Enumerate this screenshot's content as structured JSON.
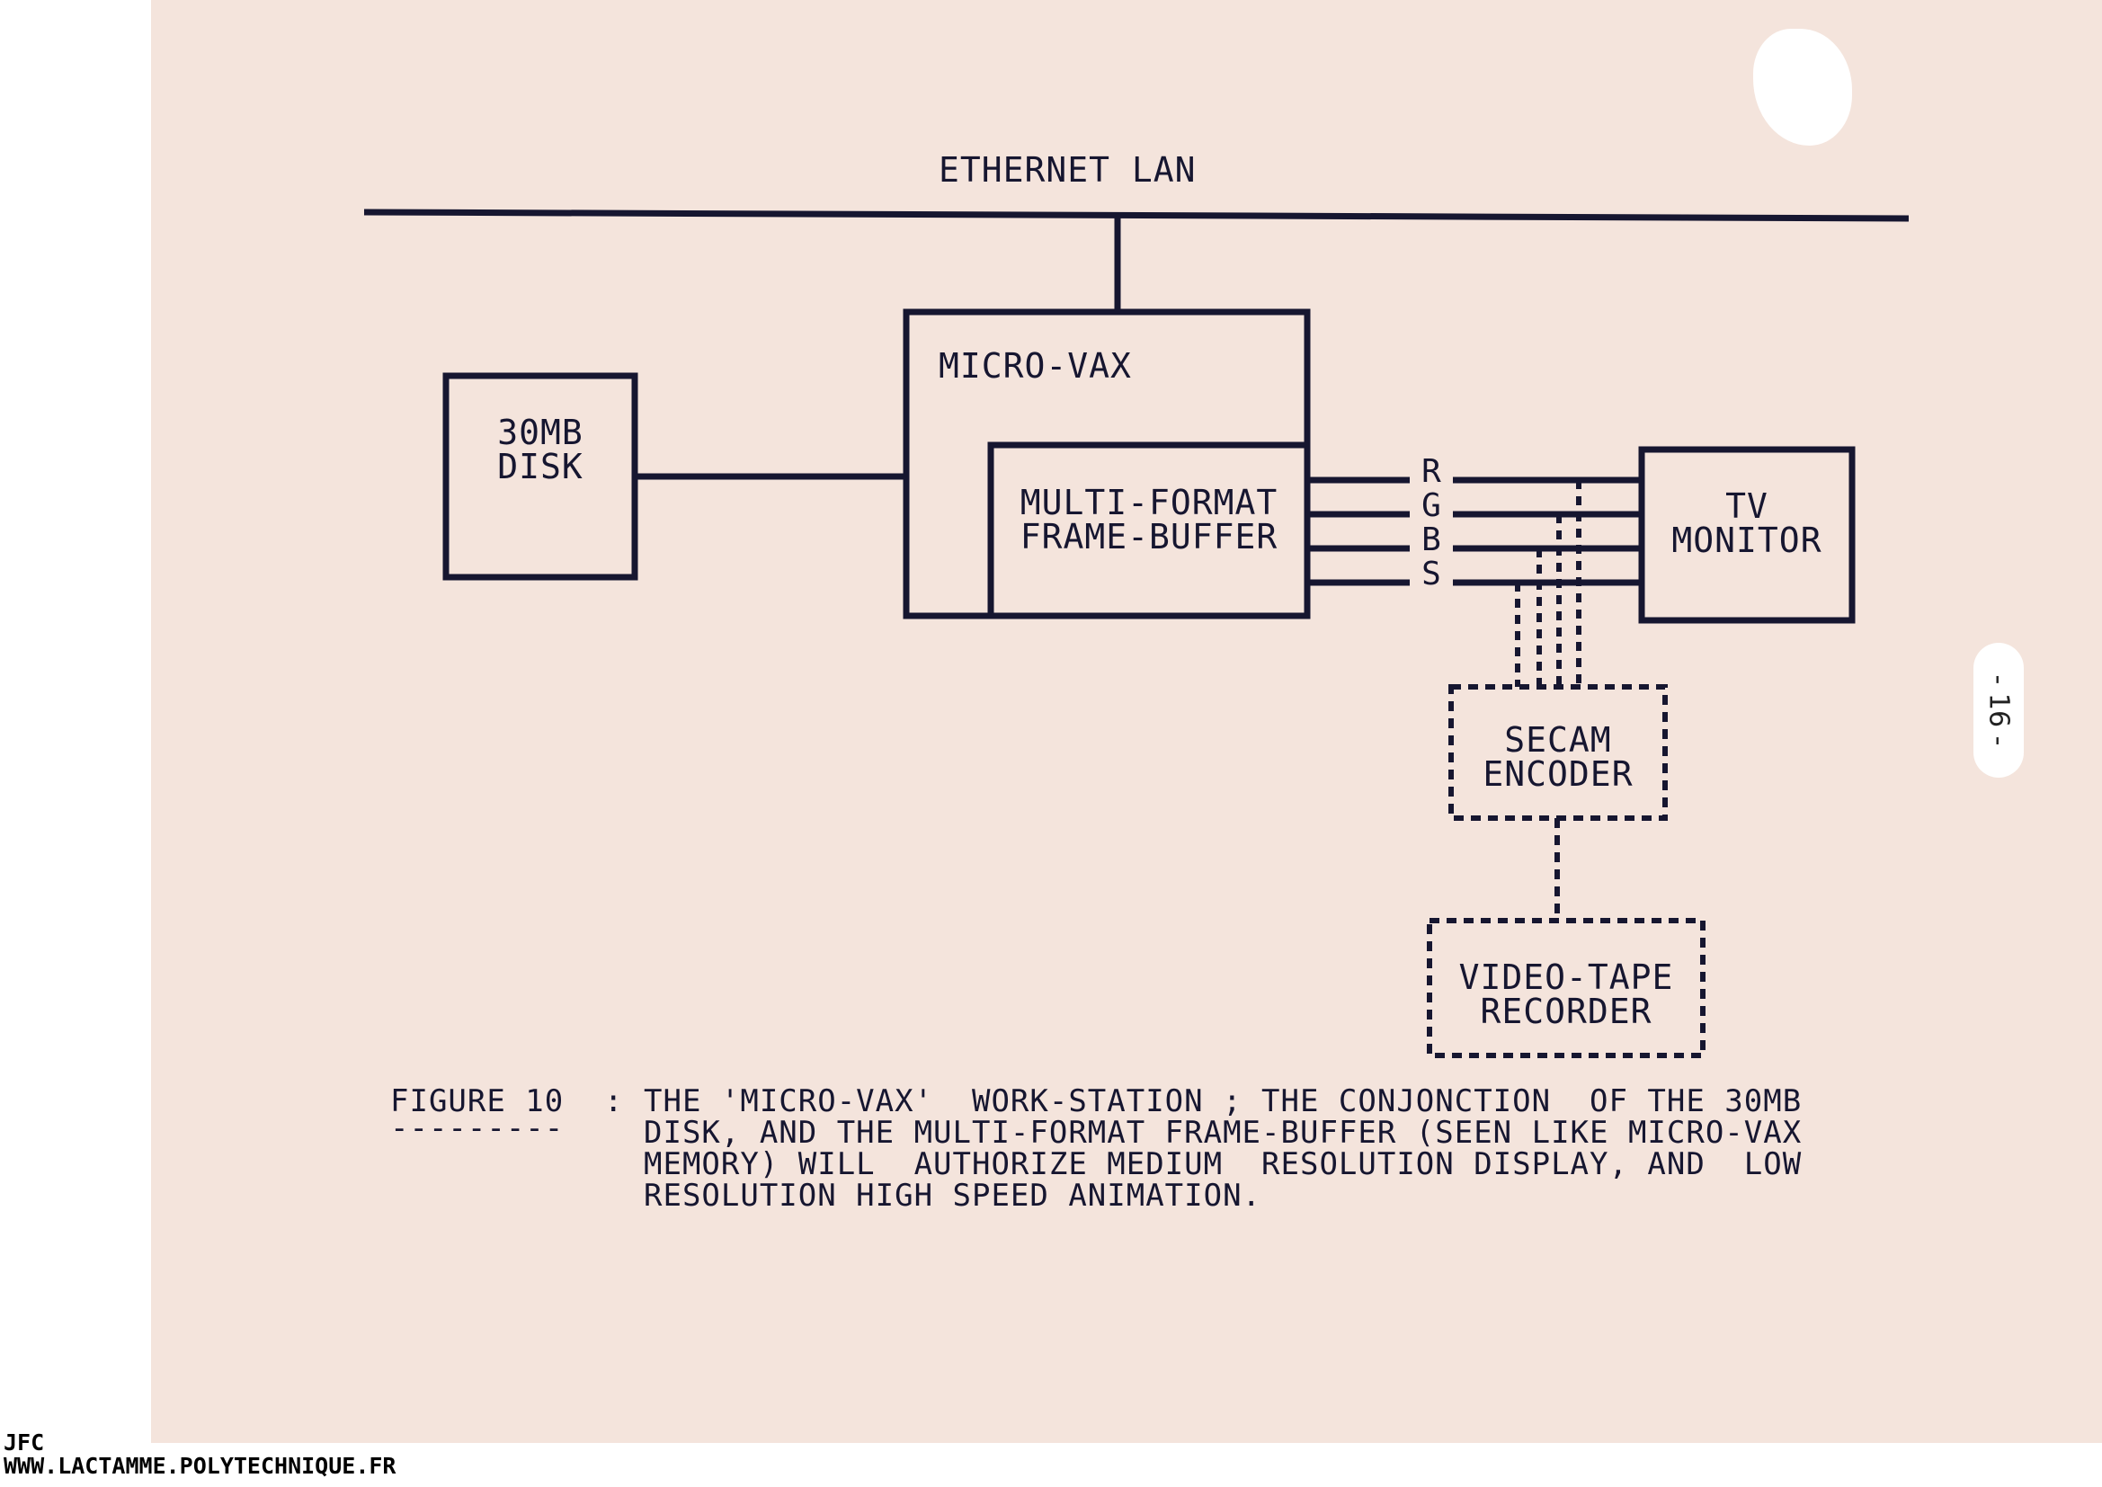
{
  "diagram": {
    "ethernet_label": "ETHERNET LAN",
    "micro_vax_label": "MICRO-VAX",
    "disk_label": [
      "30MB",
      "DISK"
    ],
    "frame_buffer_label": [
      "MULTI-FORMAT",
      "FRAME-BUFFER"
    ],
    "tv_monitor_label": [
      "TV",
      "MONITOR"
    ],
    "secam_label": [
      "SECAM",
      "ENCODER"
    ],
    "vtr_label": [
      "VIDEO-TAPE",
      "RECORDER"
    ],
    "signals": [
      "R",
      "G",
      "B",
      "S"
    ]
  },
  "caption": {
    "figure_label": "FIGURE 10",
    "underline": "---------",
    "colon": ":",
    "text": "THE 'MICRO-VAX'  WORK-STATION ; THE CONJONCTION  OF THE 30MB\nDISK, AND THE MULTI-FORMAT FRAME-BUFFER (SEEN LIKE MICRO-VAX\nMEMORY) WILL  AUTHORIZE MEDIUM  RESOLUTION DISPLAY, AND  LOW\nRESOLUTION HIGH SPEED ANIMATION."
  },
  "page_number": "- 16 -",
  "watermark": [
    "JFC",
    "WWW.LACTAMME.POLYTECHNIQUE.FR"
  ],
  "colors": {
    "paper": "#f4e4dc",
    "ink": "#161630",
    "margin": "#ffffff"
  }
}
